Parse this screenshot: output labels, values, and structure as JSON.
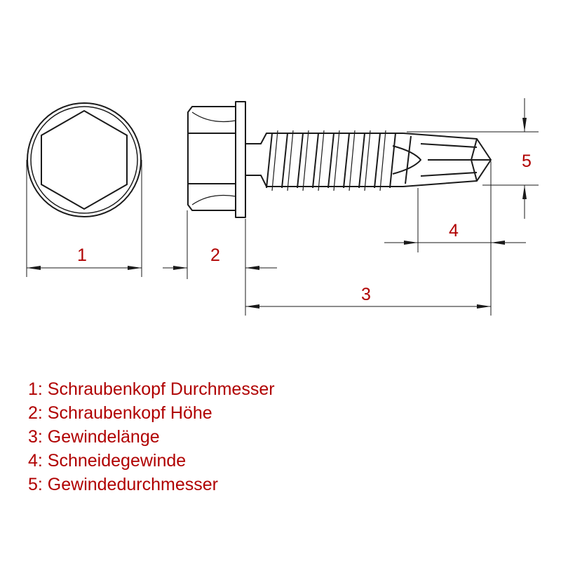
{
  "diagram": {
    "dimension_labels": {
      "head_diameter": "1",
      "head_height": "2",
      "thread_length": "3",
      "cutting_thread": "4",
      "thread_diameter": "5"
    },
    "legend": [
      "1: Schraubenkopf Durchmesser",
      "2: Schraubenkopf Höhe",
      "3: Gewindelänge",
      "4: Schneidegewinde",
      "5: Gewindedurchmesser"
    ]
  },
  "colors": {
    "label": "#b00000",
    "drawing": "#1a1a1a"
  }
}
